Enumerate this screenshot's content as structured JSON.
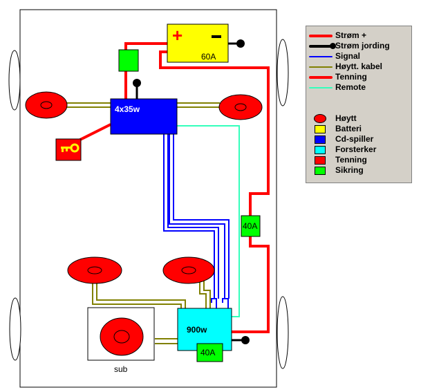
{
  "diagram": {
    "battery_plus": "+",
    "battery_minus": "−",
    "battery_fuse": "60A",
    "cd_player_label": "4x35w",
    "amp_label": "900w",
    "amp_fuse": "40A",
    "inline_fuse": "40A",
    "sub_label": "sub"
  },
  "legend": {
    "items": [
      {
        "label": "Strøm +",
        "kind": "line",
        "color": "#ff0000"
      },
      {
        "label": "Strøm jording",
        "kind": "line",
        "color": "#000000"
      },
      {
        "label": "Signal",
        "kind": "line",
        "color": "#0000ff"
      },
      {
        "label": "Høytt. kabel",
        "kind": "line",
        "color": "#808000"
      },
      {
        "label": "Tenning",
        "kind": "line",
        "color": "#ff0000"
      },
      {
        "label": "Remote",
        "kind": "line",
        "color": "#33ffbb"
      },
      {
        "label": "Høytt",
        "kind": "oval",
        "color": "#ff0000"
      },
      {
        "label": "Batteri",
        "kind": "swatch",
        "color": "#ffff00"
      },
      {
        "label": "Cd-spiller",
        "kind": "swatch",
        "color": "#0000ff"
      },
      {
        "label": "Forsterker",
        "kind": "swatch",
        "color": "#00ffff"
      },
      {
        "label": "Tenning",
        "kind": "swatch",
        "color": "#ff0000"
      },
      {
        "label": "Sikring",
        "kind": "swatch",
        "color": "#00ff00"
      }
    ]
  },
  "colors": {
    "power": "#ff0000",
    "ground": "#000000",
    "signal": "#0000ff",
    "speaker_cable": "#808000",
    "remote": "#33ffbb",
    "battery": "#ffff00",
    "cd_player": "#0000ff",
    "amplifier": "#00ffff",
    "ignition": "#ff0000",
    "fuse": "#00ff00"
  }
}
